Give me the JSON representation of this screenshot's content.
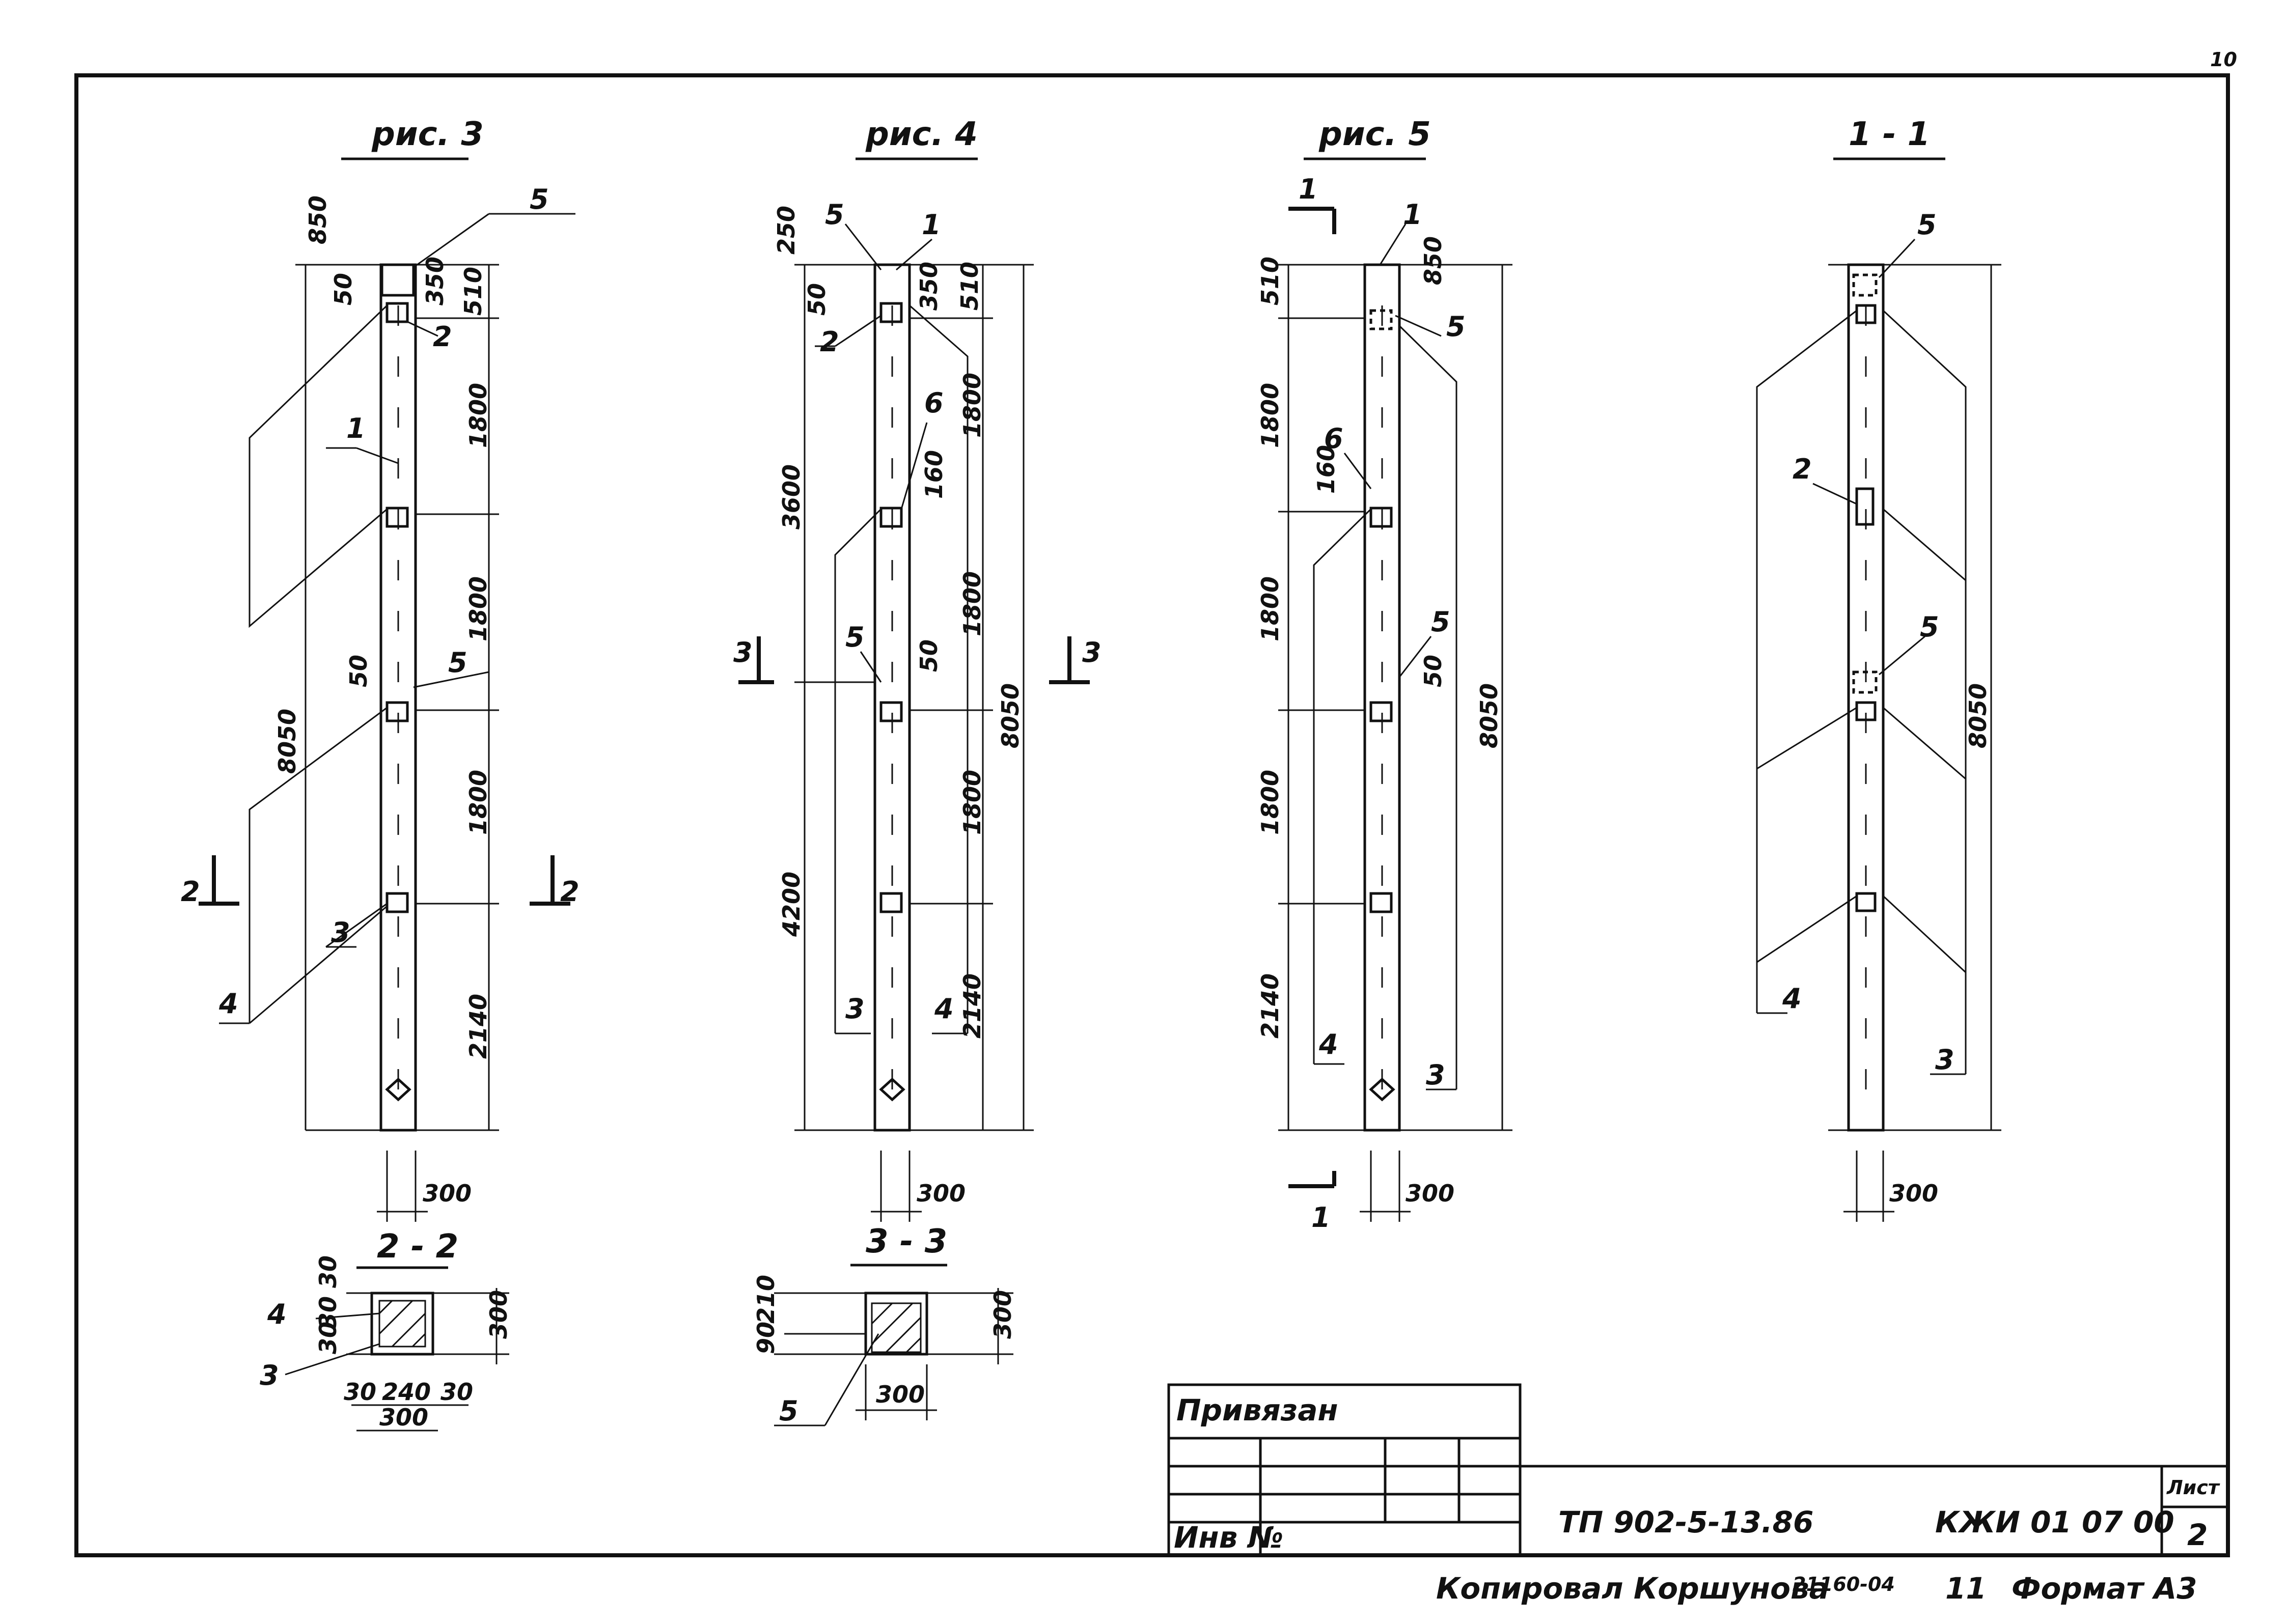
{
  "sheet_number": "10",
  "figures": {
    "fig3": {
      "title": "рис. 3",
      "dims": [
        "850",
        "50",
        "350",
        "510",
        "1800",
        "1800",
        "50",
        "1800",
        "2140",
        "8050",
        "300"
      ],
      "callouts": [
        "5",
        "1",
        "2",
        "5",
        "3",
        "4"
      ],
      "section_marks": [
        "2",
        "2"
      ]
    },
    "fig4": {
      "title": "рис. 4",
      "dims": [
        "250",
        "50",
        "350",
        "510",
        "1800",
        "160",
        "3600",
        "50",
        "1800",
        "1800",
        "4200",
        "2140",
        "8050",
        "300"
      ],
      "callouts": [
        "5",
        "1",
        "2",
        "6",
        "5",
        "3",
        "4"
      ],
      "section_marks": [
        "3",
        "3"
      ]
    },
    "fig5": {
      "title": "рис. 5",
      "dims": [
        "510",
        "850",
        "1800",
        "160",
        "1800",
        "50",
        "1800",
        "2140",
        "8050",
        "300"
      ],
      "callouts": [
        "1",
        "5",
        "6",
        "5",
        "4",
        "3"
      ],
      "section_marks": [
        "1",
        "1"
      ]
    },
    "sec11": {
      "title": "1 - 1",
      "dims": [
        "8050",
        "300"
      ],
      "callouts": [
        "5",
        "2",
        "5",
        "4",
        "3"
      ]
    }
  },
  "sections": {
    "s22": {
      "title": "2 - 2",
      "dims": [
        "30",
        "30",
        "30",
        "300",
        "30",
        "240",
        "30",
        "300"
      ],
      "callouts": [
        "4",
        "3"
      ]
    },
    "s33": {
      "title": "3 - 3",
      "dims": [
        "210",
        "90",
        "300",
        "300"
      ],
      "callouts": [
        "5"
      ]
    }
  },
  "stamp": {
    "privyazan": "Привязан",
    "inv": "Инв №",
    "code": "ТП 902-5-13.86",
    "doc": "КЖИ 01 07 00",
    "list_label": "Лист",
    "list_no": "2"
  },
  "footer": {
    "copied": "Копировал Коршунова",
    "order": "21160-04",
    "num": "11",
    "format": "Формат А3"
  }
}
